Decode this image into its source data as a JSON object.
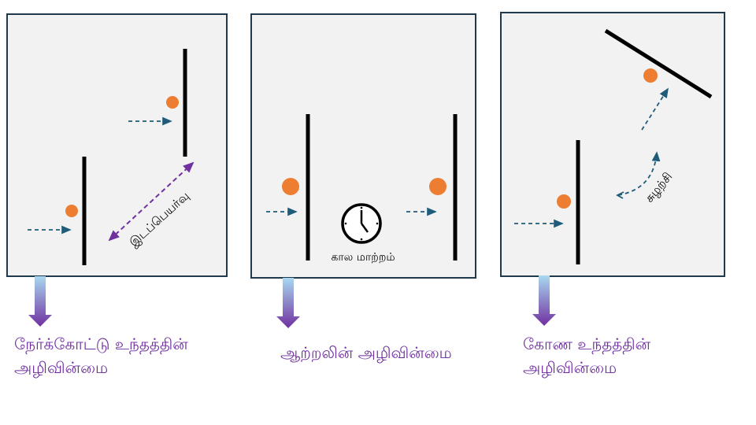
{
  "panels": [
    {
      "label": "இடப்பெயர்வு",
      "caption_line1": "நேர்க்கோட்டு உந்தத்தின்",
      "caption_line2": "அழிவின்மை"
    },
    {
      "label": "கால மாற்றம்",
      "caption_line1": "ஆற்றலின் அழிவின்மை"
    },
    {
      "label": "சுழற்சி",
      "caption_line1": "கோண உந்தத்தின்",
      "caption_line2": "அழிவின்மை"
    }
  ],
  "colors": {
    "ball": "#ed7d31",
    "panel_bg": "#f2f2f2",
    "panel_border": "#1f3a4d",
    "caption": "#7030a0",
    "motion_arrow": "#1f5c7a",
    "displacement_arrow": "#7030a0"
  }
}
